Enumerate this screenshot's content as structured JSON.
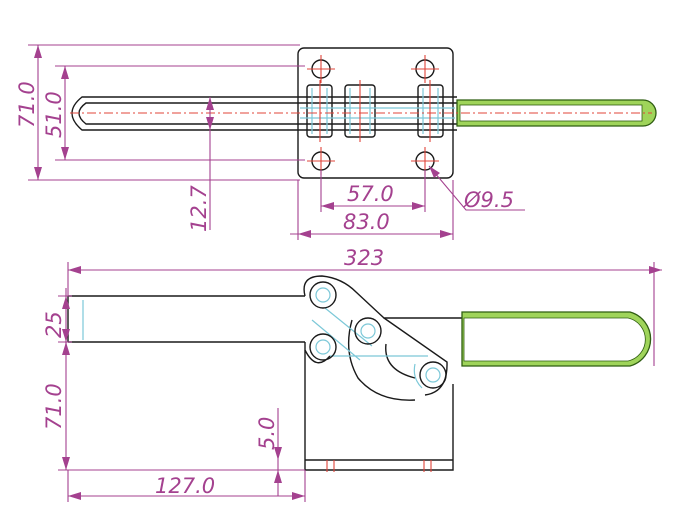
{
  "dimensions": {
    "top_view": {
      "overall_height": "71.0",
      "bar_height": "51.0",
      "offset": "12.7",
      "hole_spacing": "57.0",
      "base_width": "83.0",
      "hole_diameter": "Ø9.5"
    },
    "side_view": {
      "overall_length": "323",
      "bar_thickness": "25",
      "base_height": "71.0",
      "base_thickness": "5.0",
      "reach": "127.0"
    }
  },
  "colors": {
    "outline": "#1a1a1a",
    "dimension": "#a4418f",
    "hidden": "#7cc8d8",
    "centerline": "#e0443a",
    "grip": "#9fd45a"
  }
}
